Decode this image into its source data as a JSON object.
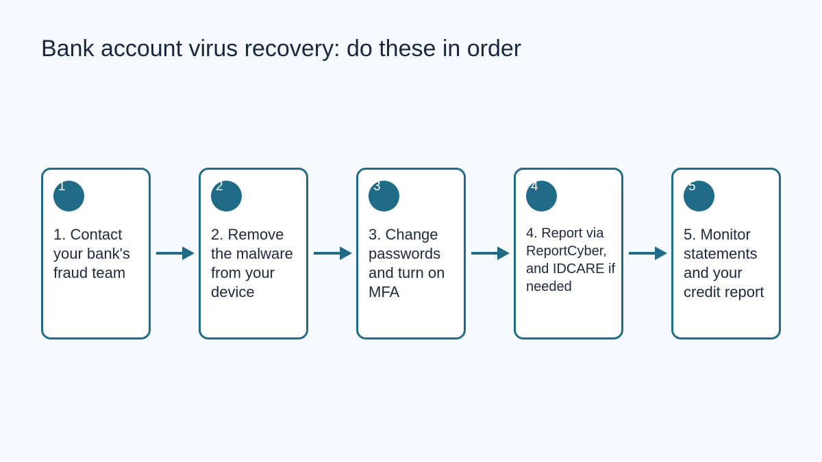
{
  "title": "Bank account virus recovery: do these in order",
  "accent_color": "#206c88",
  "steps": [
    {
      "number": "1",
      "label": "1. Contact your bank's fraud team"
    },
    {
      "number": "2",
      "label": "2. Remove the malware from your device"
    },
    {
      "number": "3",
      "label": "3. Change passwords and turn on MFA"
    },
    {
      "number": "4",
      "label": "4. Report via ReportCyber, and IDCARE if needed"
    },
    {
      "number": "5",
      "label": "5. Monitor statements and your credit report"
    }
  ]
}
